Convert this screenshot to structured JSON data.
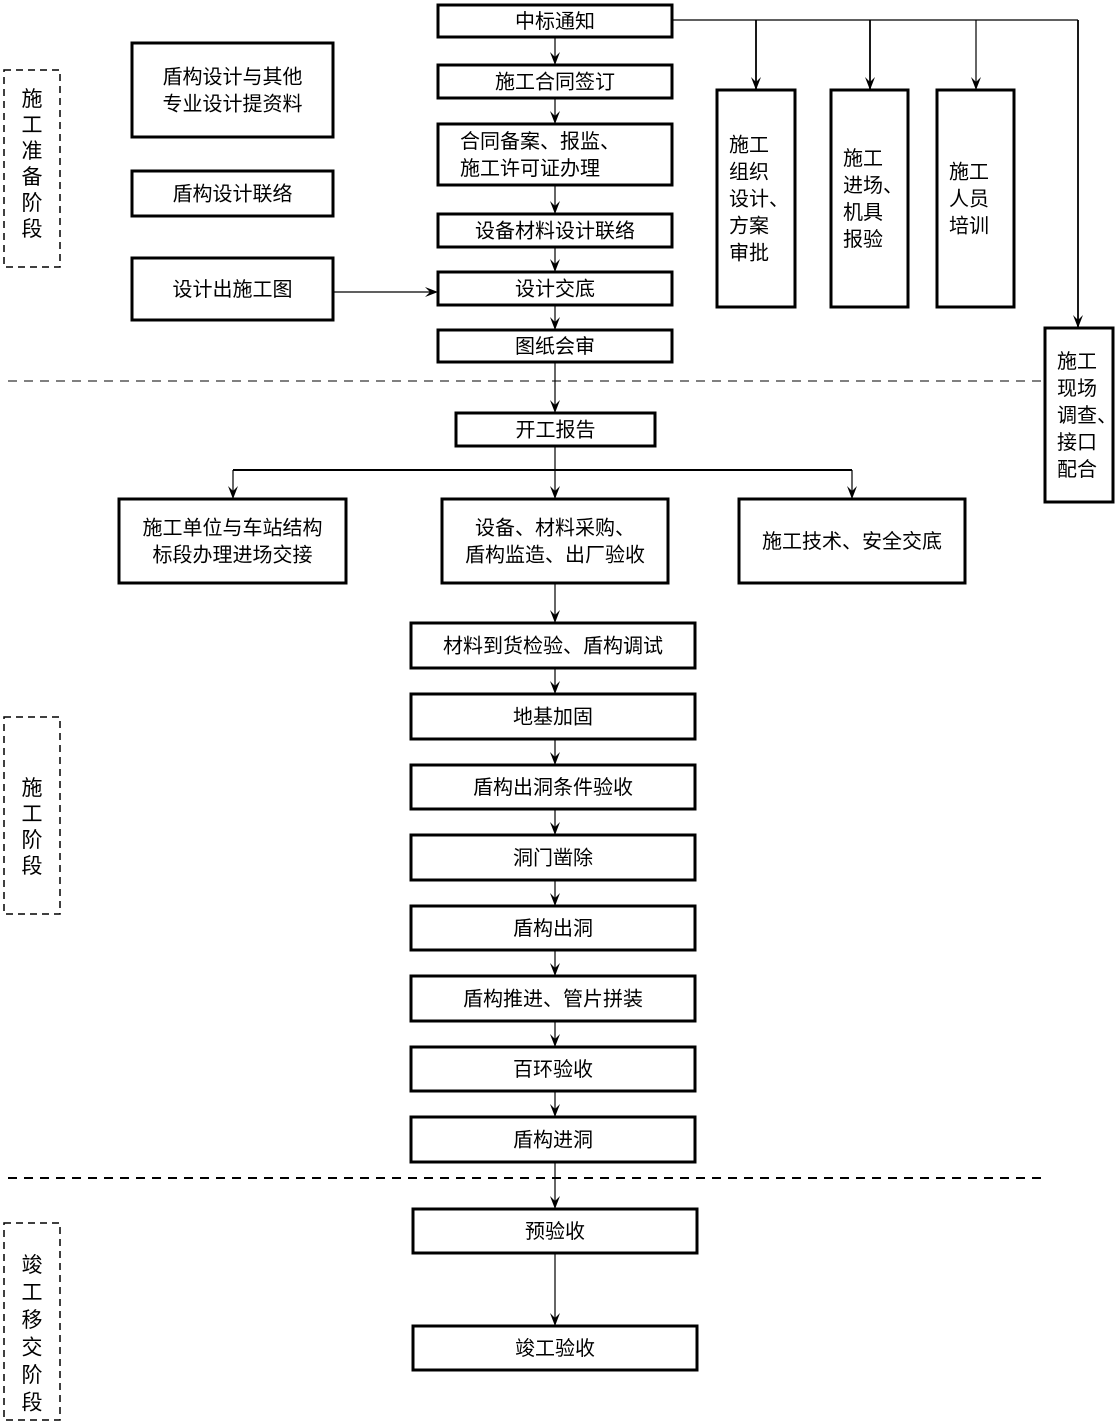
{
  "title": "盾构施工流程图",
  "colors": {
    "stroke": "#000000",
    "background": "#ffffff"
  },
  "stages": [
    {
      "id": "prep",
      "label": "施工准备阶段"
    },
    {
      "id": "build",
      "label": "施工阶段"
    },
    {
      "id": "complete",
      "label": "竣工移交阶段"
    }
  ],
  "nodes": {
    "zbtz": {
      "lines": [
        "中标通知"
      ]
    },
    "htqd": {
      "lines": [
        "施工合同签订"
      ]
    },
    "htba": {
      "lines": [
        "合同备案、报监、",
        "施工许可证办理"
      ]
    },
    "sbcl": {
      "lines": [
        "设备材料设计联络"
      ]
    },
    "sjjd": {
      "lines": [
        "设计交底"
      ]
    },
    "tzhs": {
      "lines": [
        "图纸会审"
      ]
    },
    "dgsj1": {
      "lines": [
        "盾构设计与其他",
        "专业设计提资料"
      ]
    },
    "dgsj2": {
      "lines": [
        "盾构设计联络"
      ]
    },
    "sjct": {
      "lines": [
        "设计出施工图"
      ]
    },
    "zzsj": {
      "lines": [
        "施工",
        "组织",
        "设计、",
        "方案",
        "审批"
      ]
    },
    "jcjj": {
      "lines": [
        "施工",
        "进场、",
        "机具",
        "报验"
      ]
    },
    "rypx": {
      "lines": [
        "施工",
        "人员",
        "培训"
      ]
    },
    "xcdc": {
      "lines": [
        "施工",
        "现场",
        "调查、",
        "接口",
        "配合"
      ]
    },
    "kgbg": {
      "lines": [
        "开工报告"
      ]
    },
    "jcjj2": {
      "lines": [
        "施工单位与车站结构",
        "标段办理进场交接"
      ]
    },
    "sbcg": {
      "lines": [
        "设备、材料采购、",
        "盾构监造、出厂验收"
      ]
    },
    "jsjd": {
      "lines": [
        "施工技术、安全交底"
      ]
    },
    "cldh": {
      "lines": [
        "材料到货检验、盾构调试"
      ]
    },
    "djjg": {
      "lines": [
        "地基加固"
      ]
    },
    "cdtj": {
      "lines": [
        "盾构出洞条件验收"
      ]
    },
    "dmzc": {
      "lines": [
        "洞门凿除"
      ]
    },
    "dgcd": {
      "lines": [
        "盾构出洞"
      ]
    },
    "dgtj": {
      "lines": [
        "盾构推进、管片拼装"
      ]
    },
    "bhys": {
      "lines": [
        "百环验收"
      ]
    },
    "dgjd": {
      "lines": [
        "盾构进洞"
      ]
    },
    "yys": {
      "lines": [
        "预验收"
      ]
    },
    "jgys": {
      "lines": [
        "竣工验收"
      ]
    }
  }
}
